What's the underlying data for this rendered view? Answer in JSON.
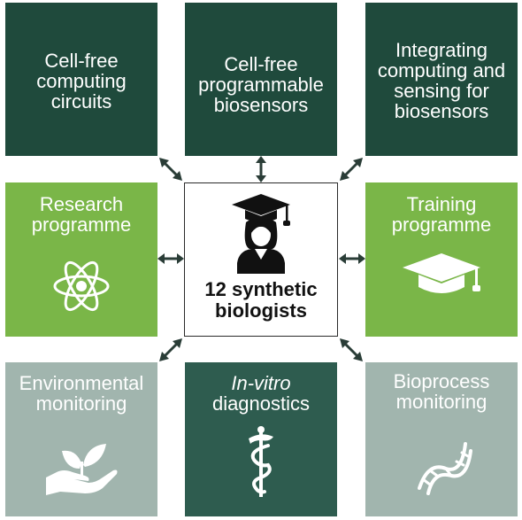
{
  "tiles": {
    "cell_free_circuits": "Cell-free\ncomputing\ncircuits",
    "cell_free_biosensors": "Cell-free\nprogrammable\nbiosensors",
    "integrating": "Integrating\ncomputing and\nsensing for\nbiosensors",
    "research": "Research\nprogramme",
    "training": "Training\nprogramme",
    "center": "12 synthetic\nbiologists",
    "environmental": "Environmental\nmonitoring",
    "invitro_italic": "In-vitro",
    "invitro_rest": "diagnostics",
    "bioprocess": "Bioprocess\nmonitoring"
  },
  "icons": {
    "research": "atom-icon",
    "training": "graduation-cap-icon",
    "center": "graduate-person-icon",
    "environmental": "plant-in-hand-icon",
    "invitro": "caduceus-icon",
    "bioprocess": "dna-icon"
  },
  "colors": {
    "dark_green": "#1f4a3c",
    "light_green": "#7ab648",
    "grey_green": "#a1b5ae",
    "mid_green": "#2e5c4f"
  }
}
